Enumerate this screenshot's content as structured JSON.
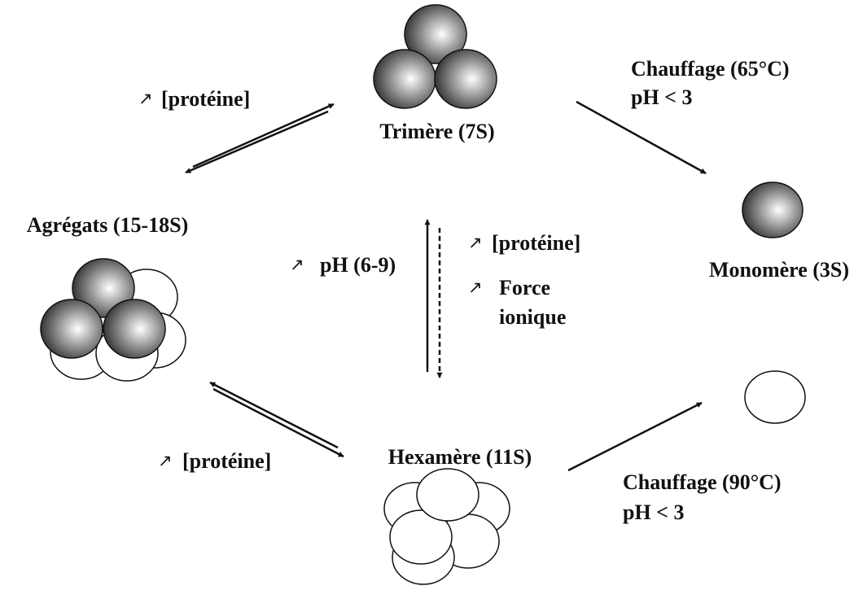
{
  "species": {
    "trimer": "Trimère (7S)",
    "aggregates": "Agrégats (15-18S)",
    "monomer": "Monomère (3S)",
    "hexamer": "Hexamère (11S)"
  },
  "conditions": {
    "trimer_aggregates": "[protéine]",
    "aggregates_hexamer": "[protéine]",
    "trimer_hexamer_ph": "pH (6-9)",
    "hexamer_trimer_protein": "[protéine]",
    "hexamer_trimer_force_line1": "Force",
    "hexamer_trimer_force_line2": "ionique",
    "trimer_monomer_heat": "Chauffage (65°C)",
    "trimer_monomer_ph": "pH < 3",
    "hexamer_monomer_heat": "Chauffage (90°C)",
    "hexamer_monomer_ph": "pH < 3",
    "increase_symbol": "↗"
  },
  "colors": {
    "sphere_dark": "#2e2e2e",
    "sphere_light": "#ffffff",
    "outline": "#111111",
    "arrow": "#111111"
  }
}
